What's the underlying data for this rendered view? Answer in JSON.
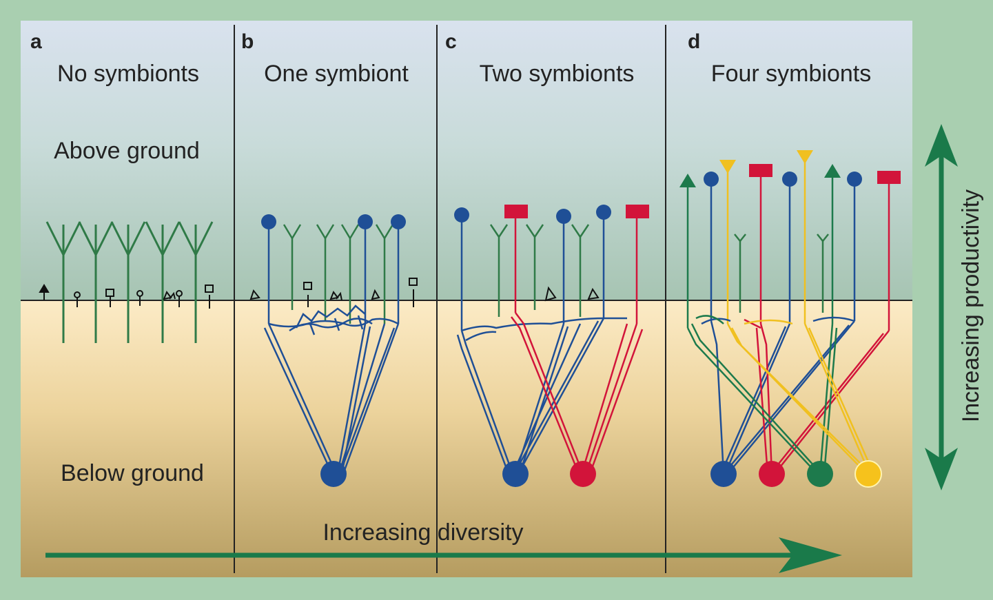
{
  "panels": [
    {
      "letter": "a",
      "title": "No symbionts"
    },
    {
      "letter": "b",
      "title": "One symbiont"
    },
    {
      "letter": "c",
      "title": "Two symbionts"
    },
    {
      "letter": "d",
      "title": "Four symbionts"
    }
  ],
  "labels": {
    "above_ground": "Above ground",
    "below_ground": "Below ground",
    "x_arrow": "Increasing diversity",
    "y_arrow": "Increasing productivity"
  },
  "colors": {
    "background": "#a9cfb0",
    "sky_top": "#d7e1ec",
    "sky_bottom": "#a9c6b4",
    "soil_top": "#fbe9c2",
    "soil_bottom": "#b8a064",
    "green": "#1d7a4c",
    "arrow_green": "#1a7a4a",
    "blue": "#1f4f96",
    "red": "#d2143a",
    "yellow": "#f0c020",
    "plant_green": "#2f7a47",
    "text": "#222222"
  },
  "symbiont_counts": [
    0,
    1,
    2,
    4
  ]
}
